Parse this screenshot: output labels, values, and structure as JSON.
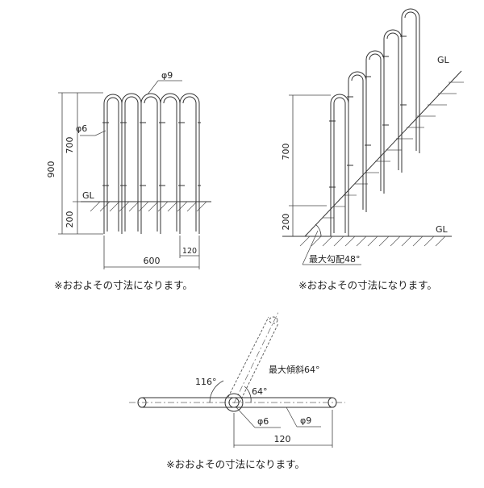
{
  "front": {
    "phi_outer": "φ9",
    "phi_inner": "φ6",
    "dim_total": "900",
    "dim_above": "700",
    "dim_below": "200",
    "gl": "GL",
    "width": "600",
    "pitch": "120",
    "note": "※おおよその寸法になります。"
  },
  "slope": {
    "dim_above": "700",
    "dim_below": "200",
    "gl_top": "GL",
    "gl_bottom": "GL",
    "max_gradient": "最大勾配48°",
    "note": "※おおよその寸法になります。"
  },
  "plan": {
    "angle_left": "116°",
    "angle_right": "64°",
    "max_tilt": "最大傾斜64°",
    "phi_inner": "φ6",
    "phi_outer": "φ9",
    "pitch": "120",
    "note": "※おおよその寸法になります。"
  }
}
